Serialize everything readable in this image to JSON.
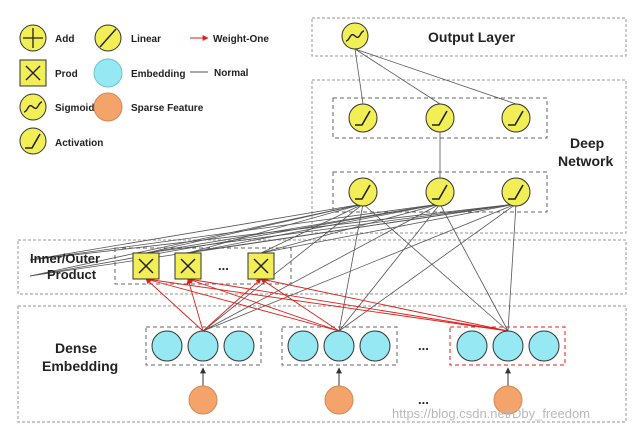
{
  "legend": {
    "add": "Add",
    "prod": "Prod",
    "sigmoid": "Sigmoid",
    "activation": "Activation",
    "linear": "Linear",
    "embedding": "Embedding",
    "sparse_feature": "Sparse Feature",
    "weight_one": "Weight-One",
    "normal": "Normal"
  },
  "regions": {
    "output_layer": "Output Layer",
    "deep_network": [
      "Deep",
      "Network"
    ],
    "product_layer": [
      "Inner/Outer",
      "Product"
    ],
    "dense_embedding": [
      "Dense",
      "Embedding"
    ]
  },
  "ellipsis": "...",
  "watermark": "https://blog.csdn.net/Dby_freedom",
  "colors": {
    "node_yellow": "#f2ee55",
    "embedding_cyan": "#96e9f2",
    "sparse_orange": "#f4a46b",
    "weight_one_red": "#e0201b",
    "normal_line": "#555555",
    "dashed_border": "#999999"
  }
}
